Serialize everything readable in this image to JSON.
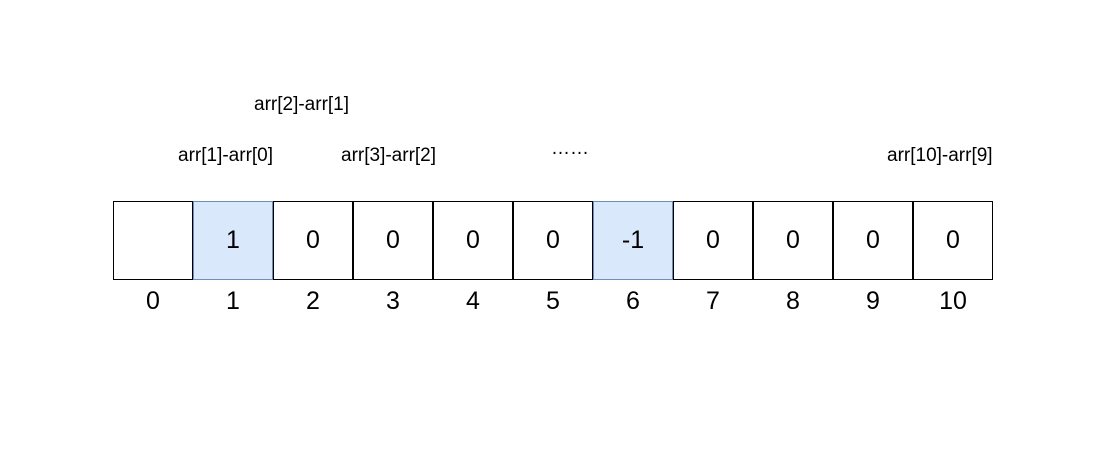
{
  "annotations": {
    "top": "arr[2]-arr[1]",
    "a": "arr[1]-arr[0]",
    "b": "arr[3]-arr[2]",
    "ellipsis": "……",
    "c": "arr[10]-arr[9]"
  },
  "cells": [
    {
      "value": "",
      "highlight": false
    },
    {
      "value": "1",
      "highlight": true
    },
    {
      "value": "0",
      "highlight": false
    },
    {
      "value": "0",
      "highlight": false
    },
    {
      "value": "0",
      "highlight": false
    },
    {
      "value": "0",
      "highlight": false
    },
    {
      "value": "-1",
      "highlight": true
    },
    {
      "value": "0",
      "highlight": false
    },
    {
      "value": "0",
      "highlight": false
    },
    {
      "value": "0",
      "highlight": false
    },
    {
      "value": "0",
      "highlight": false
    }
  ],
  "indices": [
    "0",
    "1",
    "2",
    "3",
    "4",
    "5",
    "6",
    "7",
    "8",
    "9",
    "10"
  ],
  "colors": {
    "highlight_fill": "#dae8fc",
    "highlight_border": "#6c8ebf",
    "border": "#000000"
  }
}
